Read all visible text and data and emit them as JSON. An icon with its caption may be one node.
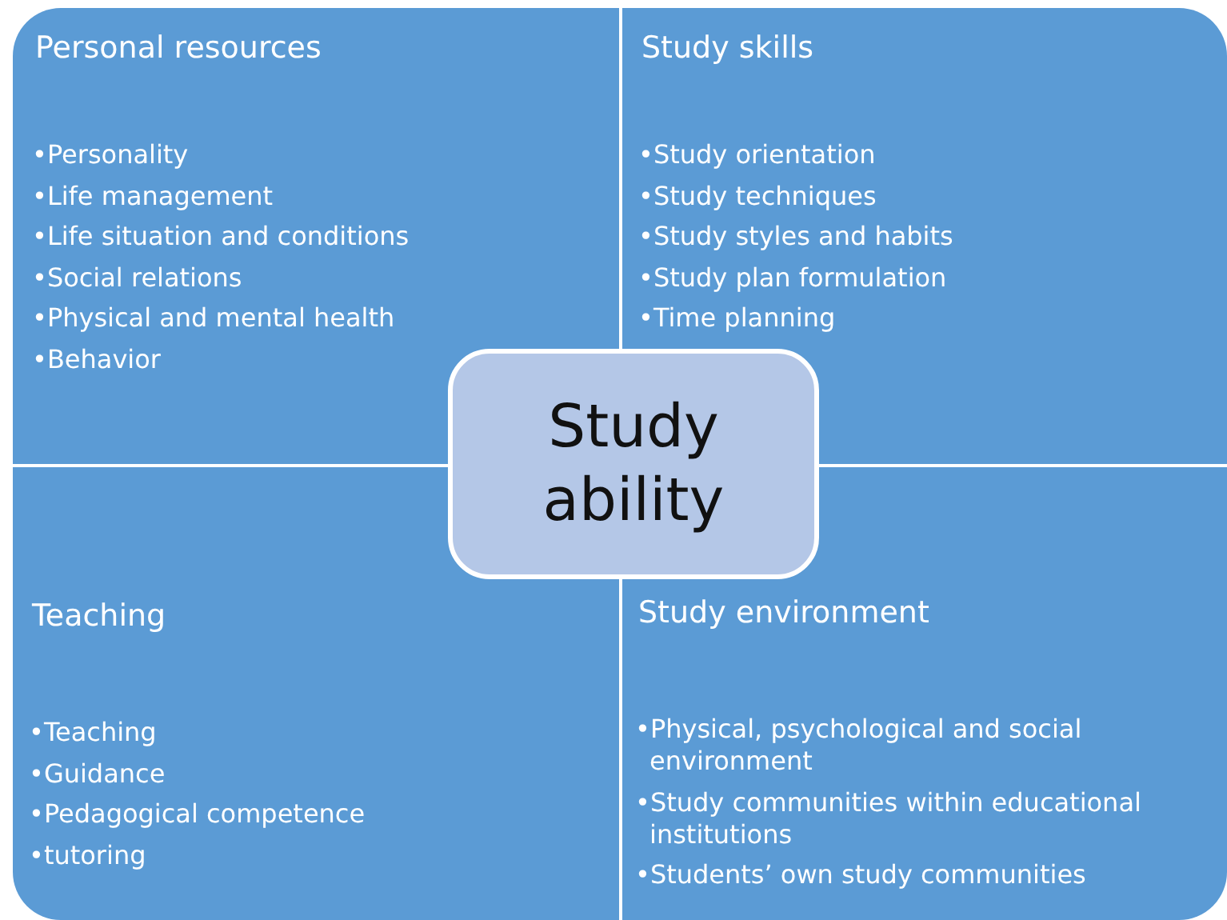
{
  "diagram": {
    "nodes": [
      {
        "text": [
          "Personal resources",
          "•Personality",
          "•Life management",
          "•Life situation and conditions",
          "•Social relations",
          "•Physical and mental health",
          "•Behavior"
        ]
      },
      {
        "text": [
          "Study skills",
          "•Study orientation",
          "•Study techniques",
          "•Study styles and habits",
          "•Study plan formulation",
          "•Time planning"
        ]
      },
      {
        "text": [
          "Teaching",
          "•Teaching",
          "•Guidance",
          "•Pedagogical competence",
          "•tutoring"
        ]
      },
      {
        "text": [
          "Study environment",
          "•Physical, psychological and social environment",
          "•Study communities within educational institutions",
          "•Students’ own study communities"
        ]
      },
      {
        "text": [
          "Study ability"
        ]
      }
    ]
  }
}
